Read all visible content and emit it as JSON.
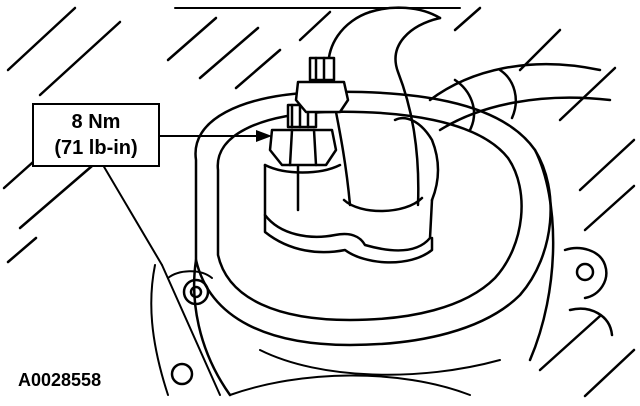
{
  "callout": {
    "line1": "8 Nm",
    "line2": "(71 lb-in)"
  },
  "figure_id": "A0028558",
  "colors": {
    "ink": "#000000",
    "paper": "#ffffff"
  }
}
